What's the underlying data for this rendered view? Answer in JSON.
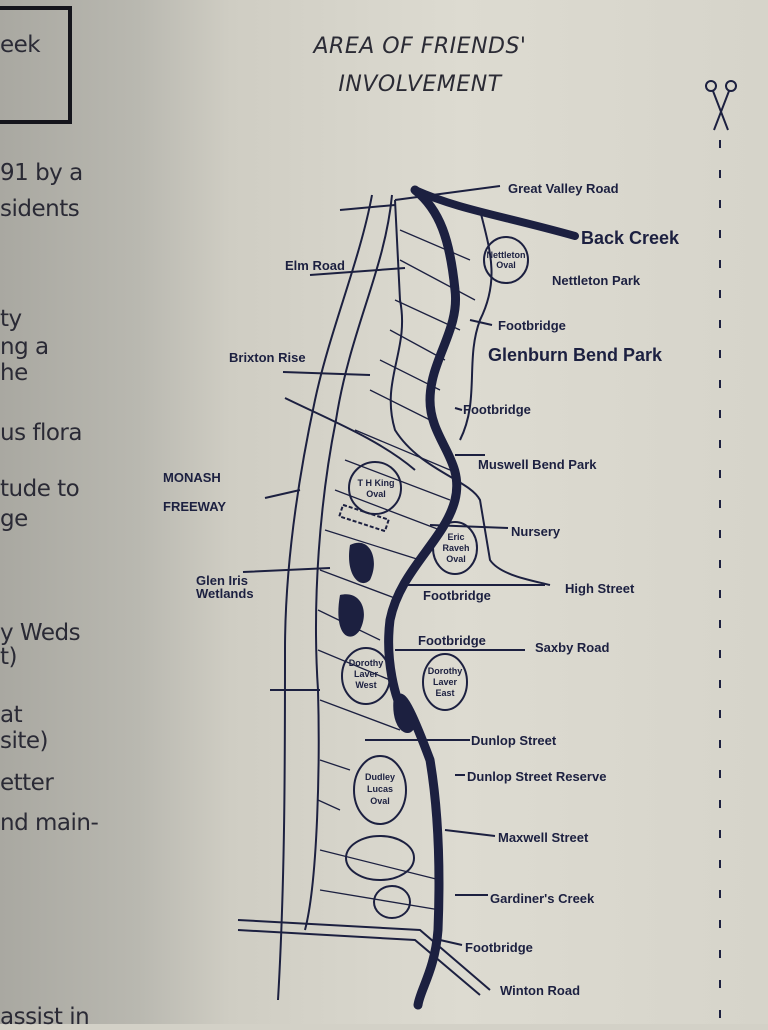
{
  "heading": {
    "line1": "AREA OF FRIENDS'",
    "line2": "INVOLVEMENT"
  },
  "left_text": {
    "box_title": "eek",
    "lines": [
      "91 by a",
      "sidents",
      "ty",
      "ng a",
      "he",
      "us flora",
      "tude to",
      "ge",
      "y Weds",
      "t)",
      "at",
      "site)",
      "etter",
      "nd main-",
      "assist in"
    ]
  },
  "map": {
    "roads": {
      "great_valley": "Great Valley Road",
      "elm": "Elm Road",
      "brixton": "Brixton Rise",
      "high": "High Street",
      "saxby": "Saxby Road",
      "dunlop": "Dunlop Street",
      "maxwell": "Maxwell  Street",
      "winton": "Winton Road"
    },
    "freeway": {
      "line1": "MONASH",
      "line2": "FREEWAY"
    },
    "creeks": {
      "back": "Back Creek",
      "gardiners": "Gardiner's Creek"
    },
    "parks": {
      "nettleton": "Nettleton Park",
      "glenburn": "Glenburn Bend Park",
      "muswell": "Muswell Bend Park",
      "nursery": "Nursery",
      "dunlop_reserve": "Dunlop Street Reserve"
    },
    "wetlands": {
      "line1": "Glen Iris",
      "line2": "Wetlands"
    },
    "footbridges": [
      "Footbridge",
      "Footbridge",
      "Footbridge",
      "Footbridge",
      "Footbridge"
    ],
    "ovals": {
      "nettleton": [
        "Nettleton",
        "Oval"
      ],
      "thking": [
        "T H King",
        "Oval"
      ],
      "eric": [
        "Eric",
        "Raveh",
        "Oval"
      ],
      "dlw": [
        "Dorothy",
        "Laver",
        "West"
      ],
      "dle": [
        "Dorothy",
        "Laver",
        "East"
      ],
      "dudley": [
        "Dudley",
        "Lucas",
        "Oval"
      ]
    }
  },
  "colors": {
    "ink": "#1c2040",
    "paper": "#dddbd1"
  }
}
